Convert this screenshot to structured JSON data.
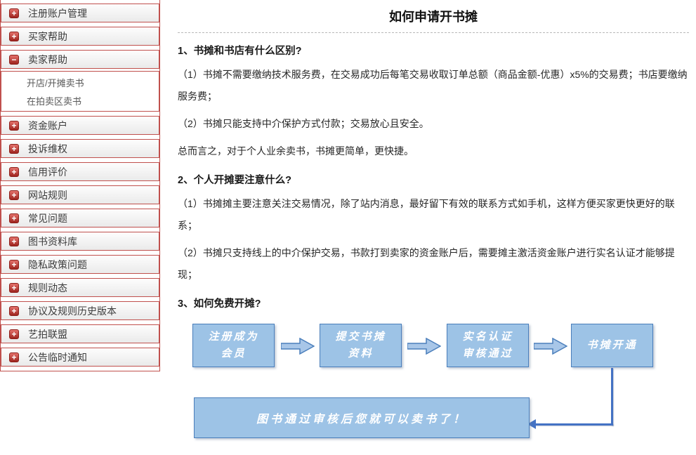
{
  "colors": {
    "accent_red": "#c0504d",
    "flow_fill": "#9dc3e6",
    "flow_border": "#4a7ebb",
    "connector_blue": "#4472c4"
  },
  "sidebar": {
    "items": [
      {
        "label": "注册账户管理",
        "icon": "+"
      },
      {
        "label": "买家帮助",
        "icon": "+"
      },
      {
        "label": "卖家帮助",
        "icon": "−",
        "expanded": true
      },
      {
        "label": "资金账户",
        "icon": "+"
      },
      {
        "label": "投诉维权",
        "icon": "+"
      },
      {
        "label": "信用评价",
        "icon": "+"
      },
      {
        "label": "网站规则",
        "icon": "+"
      },
      {
        "label": "常见问题",
        "icon": "+"
      },
      {
        "label": "图书资料库",
        "icon": "+"
      },
      {
        "label": "隐私政策问题",
        "icon": "+"
      },
      {
        "label": "规则动态",
        "icon": "+"
      },
      {
        "label": "协议及规则历史版本",
        "icon": "+"
      },
      {
        "label": "艺拍联盟",
        "icon": "+"
      },
      {
        "label": "公告临时通知",
        "icon": "+"
      }
    ],
    "submenu": {
      "links": [
        {
          "label": "开店/开摊卖书"
        },
        {
          "label": "在拍卖区卖书"
        }
      ]
    }
  },
  "main": {
    "title": "如何申请开书摊",
    "q1": "1、书摊和书店有什么区别?",
    "q1_p1": "（1）书摊不需要缴纳技术服务费，在交易成功后每笔交易收取订单总额（商品金额-优惠）x5%的交易费；书店要缴纳服务费；",
    "q1_p2": "（2）书摊只能支持中介保护方式付款；交易放心且安全。",
    "q1_p3": "总而言之，对于个人业余卖书，书摊更简单，更快捷。",
    "q2": "2、个人开摊要注意什么?",
    "q2_p1": "（1）书摊摊主要注意关注交易情况，除了站内消息，最好留下有效的联系方式如手机，这样方便买家更快更好的联系；",
    "q2_p2": "（2）书摊只支持线上的中介保护交易，书款打到卖家的资金账户后，需要摊主激活资金账户进行实名认证才能够提现；",
    "q3": "3、如何免费开摊?"
  },
  "flowchart": {
    "steps": [
      {
        "line1": "注册成为",
        "line2": "会员"
      },
      {
        "line1": "提交书摊",
        "line2": "资料"
      },
      {
        "line1": "实名认证",
        "line2": "审核通过"
      },
      {
        "line1": "书摊开通",
        "line2": ""
      }
    ],
    "final_label": "图书通过审核后您就可以卖书了！"
  }
}
